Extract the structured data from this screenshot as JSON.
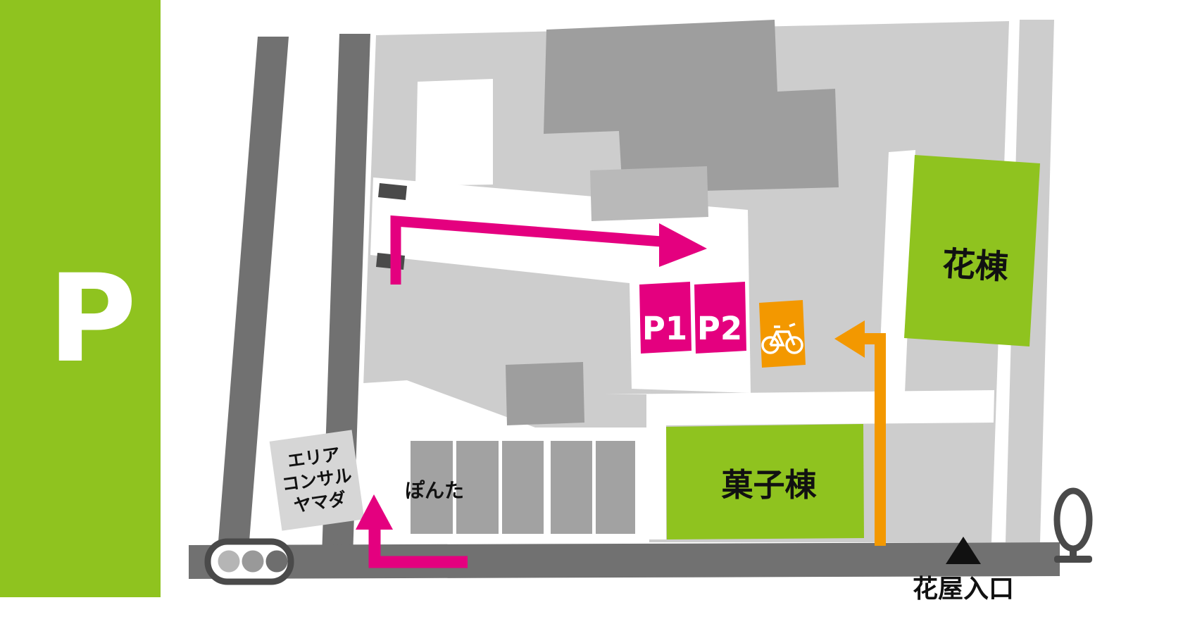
{
  "colors": {
    "green": "#8fc31f",
    "pink": "#e4007f",
    "orange": "#f39800",
    "road_gray": "#717171",
    "parcel_gray": "#cdcdcd",
    "building_gray": "#9e9e9e",
    "building_light_gray": "#b9b9b9",
    "stall_gray": "#a2a2a2",
    "dark_gray": "#4a4a4a",
    "marker_black": "#111111",
    "white": "#ffffff",
    "sign_gray": "#d6d6d6"
  },
  "sidebar": {
    "parking_symbol": "P"
  },
  "map": {
    "buildings": {
      "flower": "花棟",
      "confectionery": "菓子棟",
      "area_consul": [
        "エリア",
        "コンサル",
        "ヤマダ"
      ],
      "ponta": "ぽんた"
    },
    "parking": {
      "p1": "P1",
      "p2": "P2"
    },
    "entrance": {
      "label": "花屋入口"
    },
    "icons": [
      "bicycle-icon",
      "traffic-light-icon",
      "curve-mirror-icon",
      "entrance-triangle-marker"
    ]
  }
}
